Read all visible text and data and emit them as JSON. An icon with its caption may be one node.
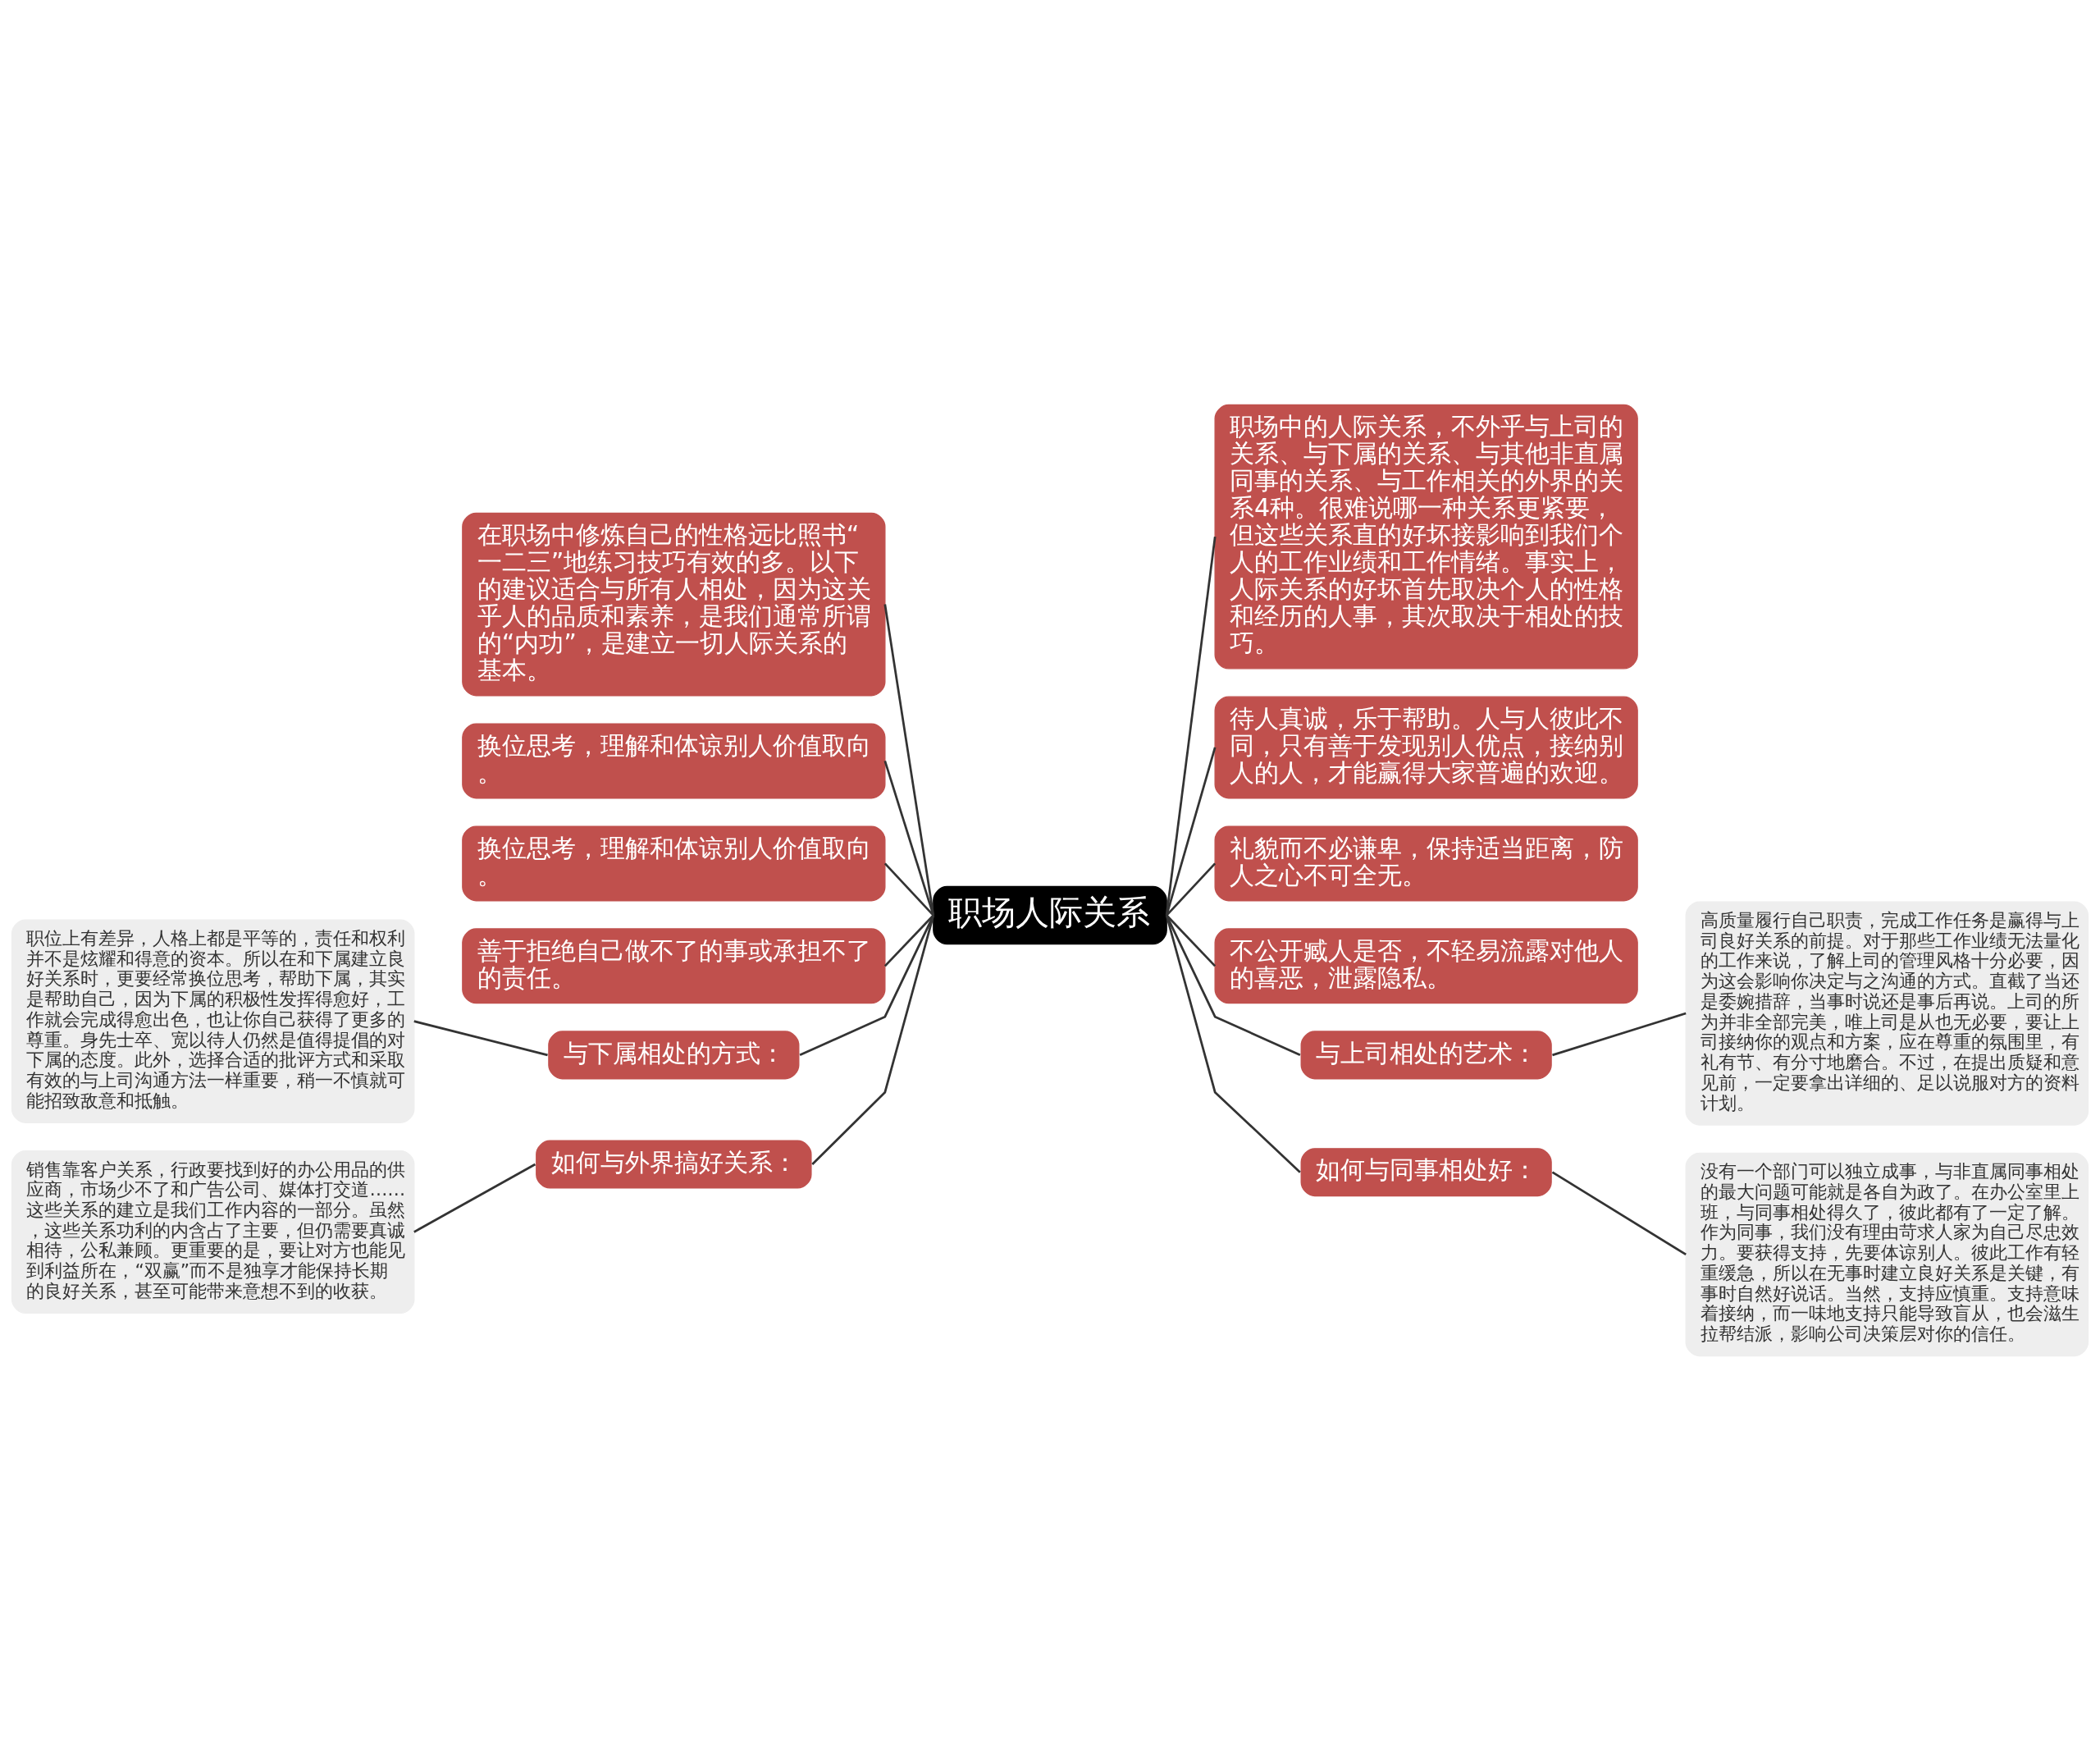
{
  "diagram": {
    "nodes": [
      {
        "text": [
          "职场人际关系"
        ]
      },
      {
        "text": [
          "在职场中修炼自己的性格远比照书“一二三”地练习技巧有效的多。以下的建议适合与所有人相处，因为这关乎人的品质和素养，是我们通常所谓的“内功”，是建立一切人际关系的基本。"
        ]
      },
      {
        "text": [
          "换位思考，理解和体谅别人价值取向。"
        ]
      },
      {
        "text": [
          "换位思考，理解和体谅别人价值取向。"
        ]
      },
      {
        "text": [
          "善于拒绝自己做不了的事或承担不了的责任。"
        ]
      },
      {
        "text": [
          "与下属相处的方式："
        ]
      },
      {
        "text": [
          "职位上有差异，人格上都是平等的，责任和权利并不是炫耀和得意的资本。所以在和下属建立良好关系时，更要经常换位思考，帮助下属，其实是帮助自己，因为下属的积极性发挥得愈好，工作就会完成得愈出色，也让你自己获得了更多的尊重。身先士卒、宽以待人仍然是值得提倡的对下属的态度。此外，选择合适的批评方式和采取有效的与上司沟通方法一样重要，稍一不慎就可能招致敌意和抵触。"
        ]
      },
      {
        "text": [
          "如何与外界搞好关系："
        ]
      },
      {
        "text": [
          "销售靠客户关系，行政要找到好的办公用品的供应商，市场少不了和广告公司、媒体打交道……这些关系的建立是我们工作内容的一部分。虽然，这些关系功利的内含占了主要，但仍需要真诚相待，公私兼顾。更重要的是，要让对方也能见到利益所在，“双赢”而不是独享才能保持长期的良好关系，甚至可能带来意想不到的收获。"
        ]
      },
      {
        "text": [
          "职场中的人际关系，不外乎与上司的关系、与下属的关系、与其他非直属同事的关系、与工作相关的外界的关系4种。很难说哪一种关系更紧要，但这些关系直的好坏接影响到我们个人的工作业绩和工作情绪。事实上，人际关系的好坏首先取决个人的性格和经历的人事，其次取决于相处的技巧。"
        ]
      },
      {
        "text": [
          "待人真诚，乐于帮助。人与人彼此不同，只有善于发现别人优点，接纳别人的人，才能赢得大家普遍的欢迎。"
        ]
      },
      {
        "text": [
          "礼貌而不必谦卑，保持适当距离，防人之心不可全无。"
        ]
      },
      {
        "text": [
          "不公开臧人是否，不轻易流露对他人的喜恶，泄露隐私。"
        ]
      },
      {
        "text": [
          "与上司相处的艺术："
        ]
      },
      {
        "text": [
          "高质量履行自己职责，完成工作任务是赢得与上司良好关系的前提。对于那些工作业绩无法量化的工作来说，了解上司的管理风格十分必要，因为这会影响你决定与之沟通的方式。直截了当还是委婉措辞，当事时说还是事后再说。上司的所为并非全部完美，唯上司是从也无必要，要让上司接纳你的观点和方案，应在尊重的氛围里，有礼有节、有分寸地磨合。不过，在提出质疑和意见前，一定要拿出详细的、足以说服对方的资料计划。"
        ]
      },
      {
        "text": [
          "如何与同事相处好："
        ]
      },
      {
        "text": [
          "没有一个部门可以独立成事，与非直属同事相处的最大问题可能就是各自为政了。在办公室里上班，与同事相处得久了，彼此都有了一定了解。作为同事，我们没有理由苛求人家为自己尽忠效力。要获得支持，先要体谅别人。彼此工作有轻重缓急，所以在无事时建立良好关系是关键，有事时自然好说话。当然，支持应慎重。支持意味着接纳，而一味地支持只能导致盲从，也会滋生拉帮结派，影响公司决策层对你的信任。"
        ]
      }
    ],
    "edges": [
      {
        "from": 0,
        "to": 1,
        "arrow": "none"
      },
      {
        "from": 0,
        "to": 2,
        "arrow": "none"
      },
      {
        "from": 0,
        "to": 3,
        "arrow": "none"
      },
      {
        "from": 0,
        "to": 4,
        "arrow": "none"
      },
      {
        "from": 0,
        "to": 5,
        "arrow": "none"
      },
      {
        "from": 5,
        "to": 6,
        "arrow": "none"
      },
      {
        "from": 0,
        "to": 7,
        "arrow": "none"
      },
      {
        "from": 7,
        "to": 8,
        "arrow": "none"
      },
      {
        "from": 0,
        "to": 9,
        "arrow": "none"
      },
      {
        "from": 0,
        "to": 10,
        "arrow": "none"
      },
      {
        "from": 0,
        "to": 11,
        "arrow": "none"
      },
      {
        "from": 0,
        "to": 12,
        "arrow": "none"
      },
      {
        "from": 0,
        "to": 13,
        "arrow": "none"
      },
      {
        "from": 13,
        "to": 14,
        "arrow": "none"
      },
      {
        "from": 0,
        "to": 15,
        "arrow": "none"
      },
      {
        "from": 15,
        "to": 16,
        "arrow": "none"
      }
    ]
  }
}
